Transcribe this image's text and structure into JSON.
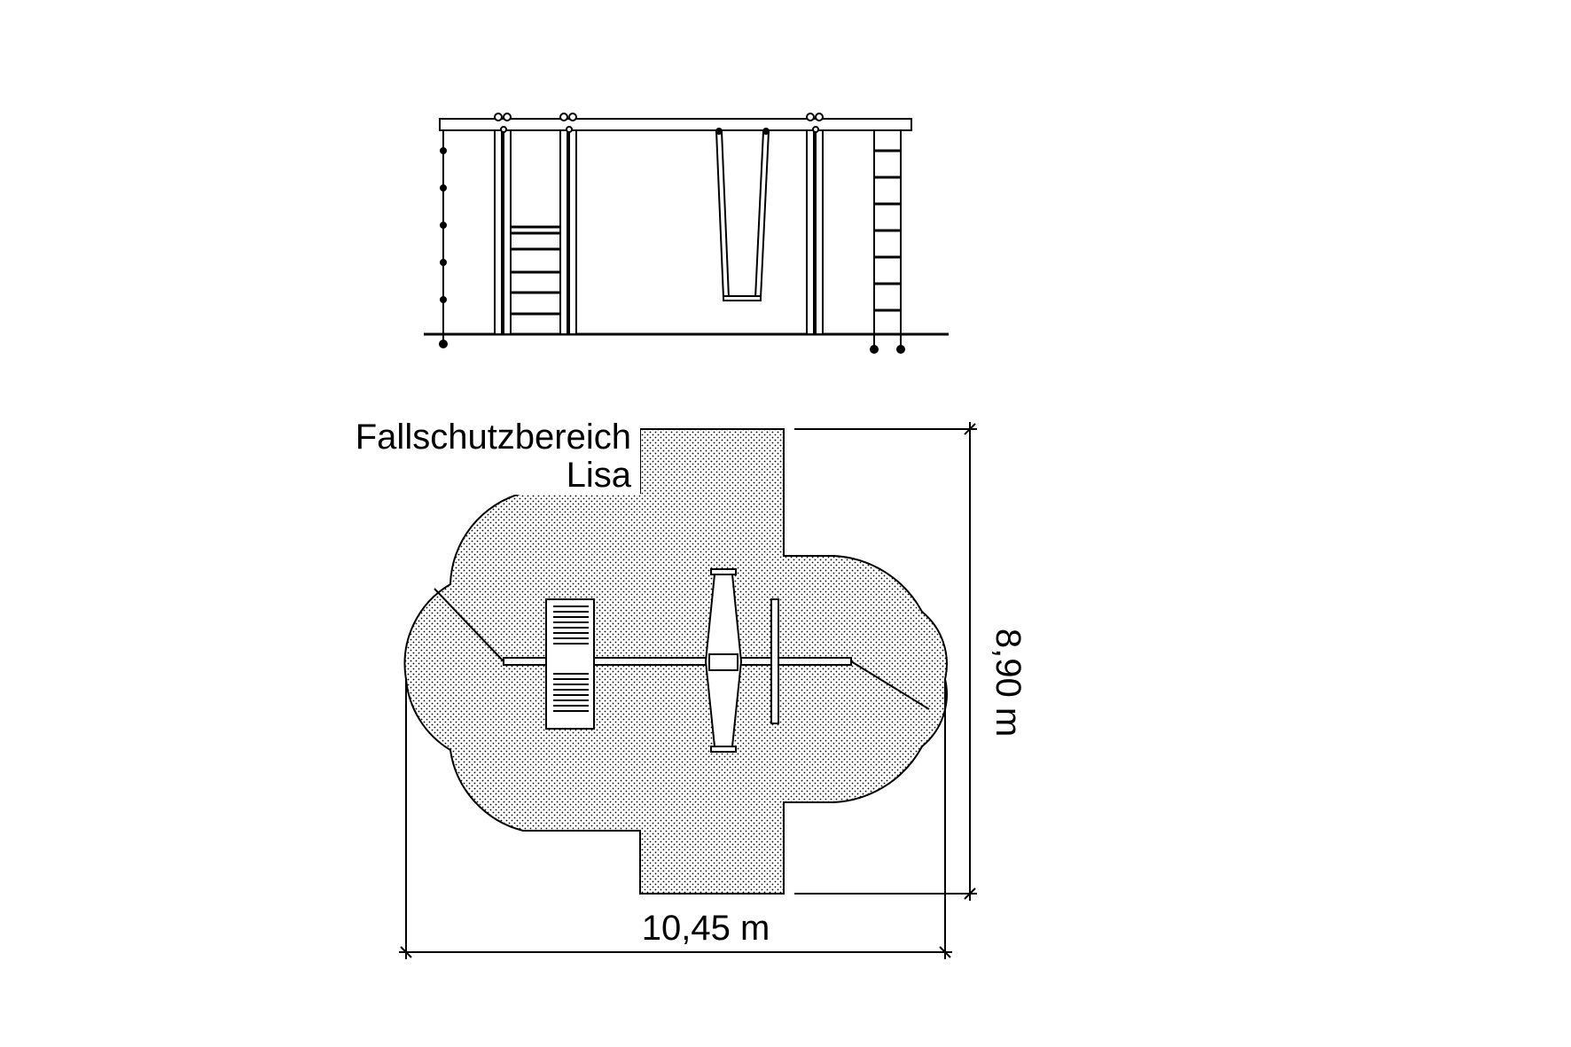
{
  "labels": {
    "area_line1": "Fallschutzbereich",
    "area_line2": "Lisa",
    "width": "10,45 m",
    "depth": "8,90 m"
  },
  "colors": {
    "line": "#000000",
    "background": "#ffffff",
    "dots": "#000000"
  }
}
